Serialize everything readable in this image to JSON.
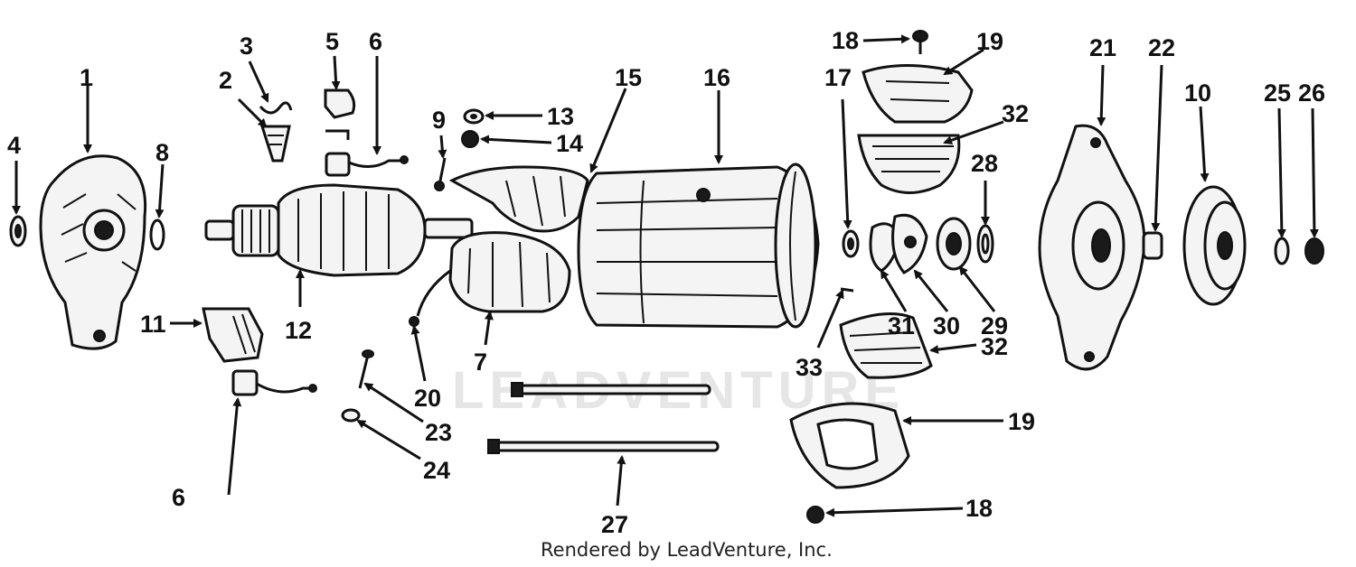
{
  "diagram": {
    "credit": "Rendered by LeadVenture, Inc.",
    "watermark": "LEADVENTURE",
    "callouts": [
      "1",
      "2",
      "3",
      "4",
      "5",
      "6",
      "6",
      "7",
      "8",
      "9",
      "10",
      "11",
      "12",
      "13",
      "14",
      "15",
      "16",
      "17",
      "18",
      "18",
      "19",
      "19",
      "20",
      "21",
      "22",
      "23",
      "24",
      "25",
      "26",
      "27",
      "28",
      "29",
      "30",
      "31",
      "32",
      "32",
      "33"
    ]
  }
}
